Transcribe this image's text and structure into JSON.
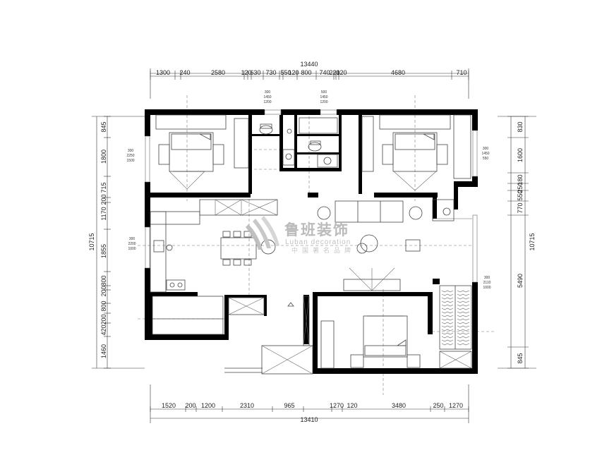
{
  "dimensions": {
    "top_total": "13440",
    "top": [
      "1300",
      "240",
      "2580",
      "120",
      "630",
      "730",
      "550",
      "120",
      "800",
      "740",
      "220",
      "120",
      "4680",
      "710"
    ],
    "bottom_total": "13410",
    "bottom": [
      "1520",
      "200",
      "1200",
      "2310",
      "965",
      "1270",
      "120",
      "3480",
      "250",
      "1270"
    ],
    "left_total": "10715",
    "left": [
      "845",
      "1800",
      "715",
      "200",
      "1170",
      "1855",
      "800",
      "200",
      "800",
      "200",
      "420",
      "1460"
    ],
    "right_total": "10715",
    "right": [
      "830",
      "1600",
      "180",
      "250",
      "550",
      "770",
      "5490",
      "845"
    ]
  },
  "window_tags": {
    "top_left": [
      "300",
      "1450",
      "1200"
    ],
    "top_right": [
      "500",
      "1450",
      "1200"
    ],
    "left_bedroom": [
      "300",
      "2250",
      "1500"
    ],
    "left_kitchen": [
      "300",
      "2200",
      "1000"
    ],
    "right_bedroom": [
      "300",
      "1450",
      "550"
    ],
    "right_living": [
      "300",
      "2110",
      "1000"
    ]
  },
  "watermark": {
    "name": "鲁班装饰",
    "english": "Luban decoration",
    "tagline": "中国著名品牌"
  }
}
